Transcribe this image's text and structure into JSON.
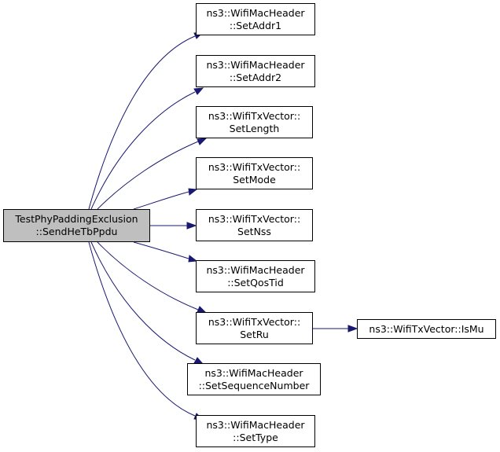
{
  "graph": {
    "root": {
      "line1": "TestPhyPaddingExclusion",
      "line2": "::SendHeTbPpdu"
    },
    "callees": [
      {
        "line1": "ns3::WifiMacHeader",
        "line2": "::SetAddr1"
      },
      {
        "line1": "ns3::WifiMacHeader",
        "line2": "::SetAddr2"
      },
      {
        "line1": "ns3::WifiTxVector::",
        "line2": "SetLength"
      },
      {
        "line1": "ns3::WifiTxVector::",
        "line2": "SetMode"
      },
      {
        "line1": "ns3::WifiTxVector::",
        "line2": "SetNss"
      },
      {
        "line1": "ns3::WifiMacHeader",
        "line2": "::SetQosTid"
      },
      {
        "line1": "ns3::WifiTxVector::",
        "line2": "SetRu"
      },
      {
        "line1": "ns3::WifiMacHeader",
        "line2": "::SetSequenceNumber"
      },
      {
        "line1": "ns3::WifiMacHeader",
        "line2": "::SetType"
      }
    ],
    "sub_callee": {
      "label": "ns3::WifiTxVector::IsMu"
    },
    "edge_color": "#191970",
    "root_fill": "#bfbfbf"
  }
}
